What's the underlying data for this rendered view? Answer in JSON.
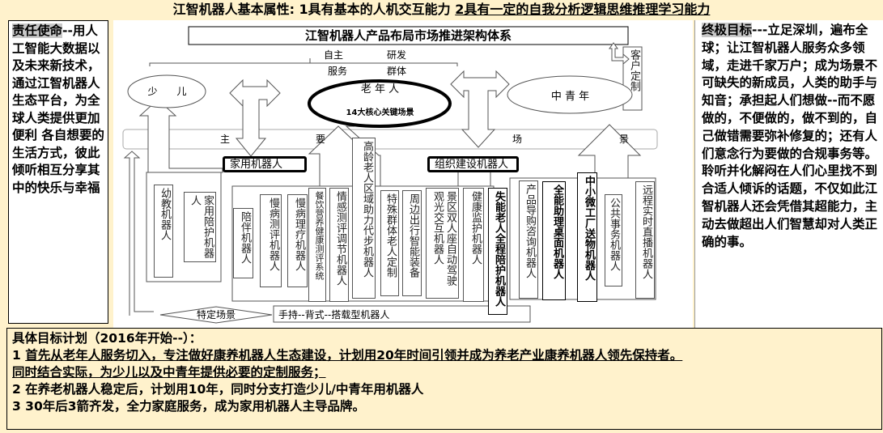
{
  "header": {
    "title_part1": "江智机器人基本属性: 1具有基本的人机交互能力 ",
    "title_part2": "2具有一定的自我分析逻辑思维推理学习能力"
  },
  "left_panel": {
    "heading": "责任使命",
    "text": "--用人工智能大数据以及未来新技术，通过江智机器人生态平台，为全球人类提供更加便利 各自想要的生活方式，彼此倾听相互分享其中的快乐与幸福"
  },
  "right_panel": {
    "heading": "终极目标",
    "text": "---立足深圳，遍布全球；让江智机器人服务众多领域，走进千家万户；成为场景不可缺失的新成员，人类的助手与知音；承担起人们想做--而不愿做的，不便做的，做不到的，自己做错需要弥补修复的；还有人们意念行为要做的合规事务等。聆听并化解闷在人们心里找不到合适人倾诉的话题，不仅如此江智机器人还会凭借其超能力，主动去做超出人们智慧却对人类正确的事。"
  },
  "diagram": {
    "title": "江智机器人产品布局市场推进架构体系",
    "top_labels": [
      "自主",
      "研发",
      "服务",
      "群体"
    ],
    "customer_custom": "客户定制",
    "groups": {
      "children": "少　　儿",
      "elderly": "老 年 人",
      "elderly_sub": "14大核心关键场景",
      "youth": "中 青 年"
    },
    "main_scene": [
      "主",
      "要",
      "场",
      "景"
    ],
    "home_robot_label": "家用机器人",
    "org_robot_label": "组织建设机器人",
    "specific_scene": "特定场景",
    "portable_label": "手持--背式--搭载型机器人",
    "robots": [
      "幼教机器人",
      "家用陪护机器人",
      "陪伴机器人",
      "慢病测评机器人",
      "慢病理疗机器人",
      "餐饮营养健康测评系统",
      "情感测评调节机器人",
      "高龄老人区域助力代步机器人",
      "特殊群体老人定制",
      "周边出行智能装备",
      "景区双人座自动驾驶观光交互机器人",
      "健康监护机器人",
      "失能老人全程陪护机器人",
      "产品导购咨询机器人",
      "全能助理桌面机器人",
      "中小微工厂送物机器人",
      "公共事务机器人",
      "远程实时直播机器人"
    ]
  },
  "bottom_panel": {
    "heading": "具体目标计划（2016年开始--）：",
    "line1_prefix": "1 ",
    "line1": "首先从老年人服务切入，专注做好康养机器人生态建设，计划用20年时间引领并成为养老产业康养机器人领先保持者。",
    "line1b": "同时结合实际，为少儿以及中青年提供必要的定制服务；",
    "line2": "2 在养老机器人稳定后，计划用10年，同时分支打造少儿/中青年用机器人",
    "line3": "3  30年后3箭齐发，全力家庭服务，成为家用机器人主导品牌。"
  }
}
